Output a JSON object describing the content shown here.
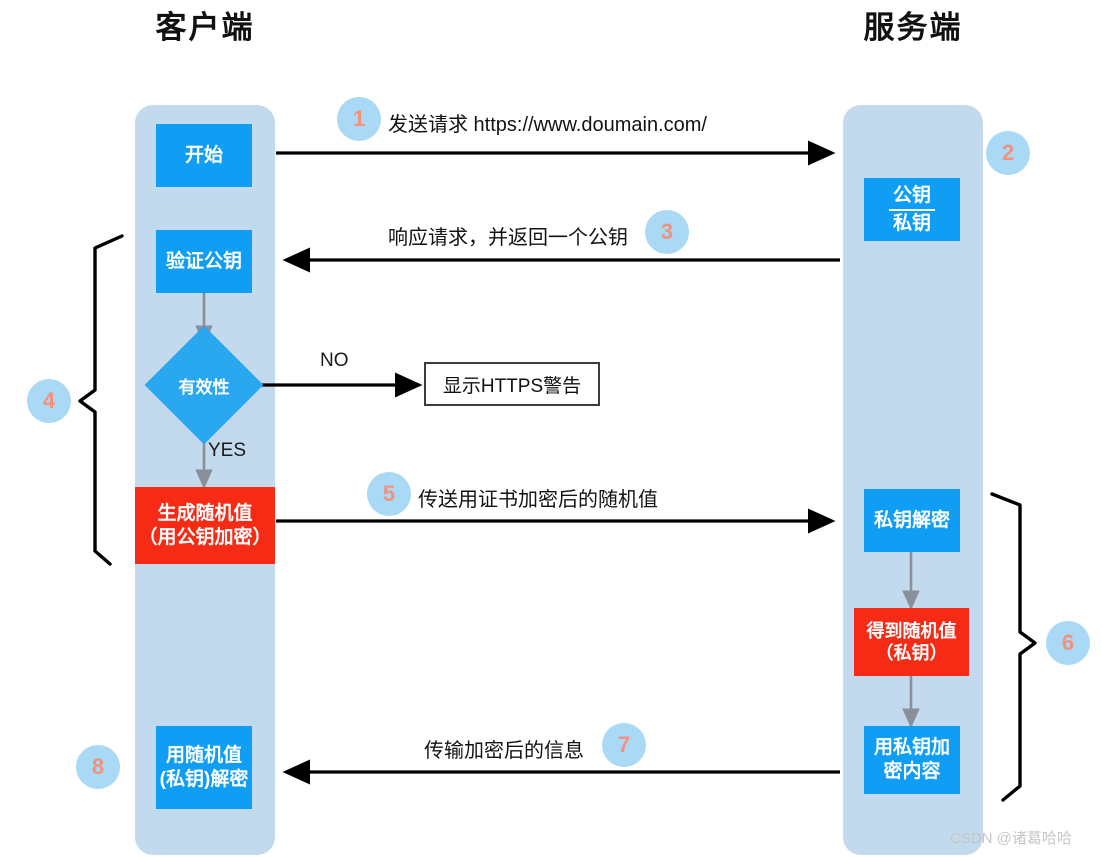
{
  "diagram": {
    "title_client": "客户端",
    "title_server": "服务端",
    "watermark": "CSDN @诸葛哈哈"
  },
  "steps": {
    "s1": "1",
    "s2": "2",
    "s3": "3",
    "s4": "4",
    "s5": "5",
    "s6": "6",
    "s7": "7",
    "s8": "8"
  },
  "flow_labels": {
    "step1": "发送请求  https://www.doumain.com/",
    "step3": "响应请求，并返回一个公钥",
    "step5": "传送用证书加密后的随机值",
    "step7": "传输加密后的信息",
    "branch_no": "NO",
    "branch_yes": "YES"
  },
  "client_nodes": {
    "start": "开始",
    "verify_key": "验证公钥",
    "decision": "有效性",
    "warning": "显示HTTPS警告",
    "gen_random_line1": "生成随机值",
    "gen_random_line2": "（用公钥加密）",
    "decrypt_line1": "用随机值",
    "decrypt_line2": "(私钥)解密"
  },
  "server_nodes": {
    "keys_public": "公钥",
    "keys_private": "私钥",
    "priv_decrypt": "私钥解密",
    "got_random_line1": "得到随机值",
    "got_random_line2": "（私钥）",
    "encrypt_line1": "用私钥加",
    "encrypt_line2": "密内容"
  },
  "colors": {
    "lane": "#c2d9ee",
    "node_blue": "#109ef4",
    "node_red": "#f62b16",
    "diamond": "#29a7ef",
    "step_circle_bg": "#a9d9f4",
    "step_circle_fg": "#f2917c",
    "arrow": "#000000",
    "inner_arrow": "#8a9099"
  }
}
